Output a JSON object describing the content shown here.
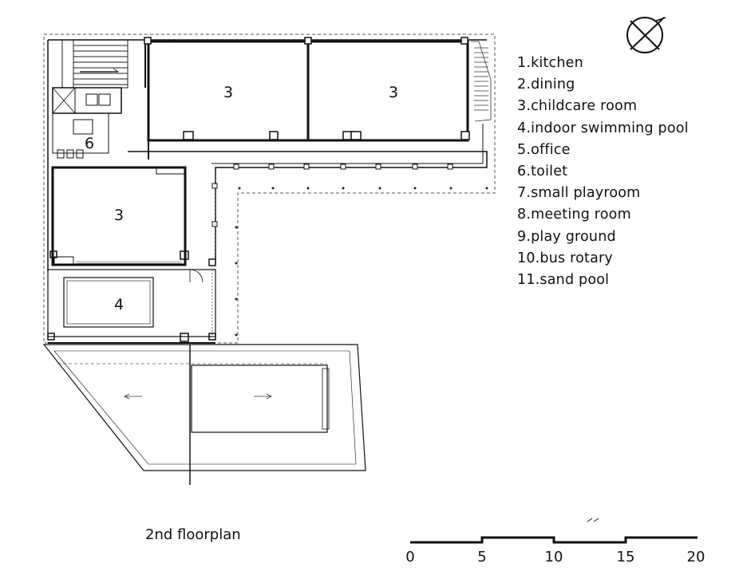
{
  "rooms": {
    "childcare_1": "3",
    "childcare_2": "3",
    "childcare_3": "3",
    "toilet": "6",
    "pool": "4"
  },
  "legend": [
    "1.kitchen",
    "2.dining",
    "3.childcare room",
    "4.indoor swimming pool",
    "5.office",
    "6.toilet",
    "7.small playroom",
    "8.meeting room",
    "9.play ground",
    "10.bus rotary",
    "11.sand pool"
  ],
  "caption": "2nd floorplan",
  "scale": {
    "ticks": [
      "0",
      "5",
      "10",
      "15",
      "20"
    ]
  },
  "north_arrow": "north-arrow-icon"
}
